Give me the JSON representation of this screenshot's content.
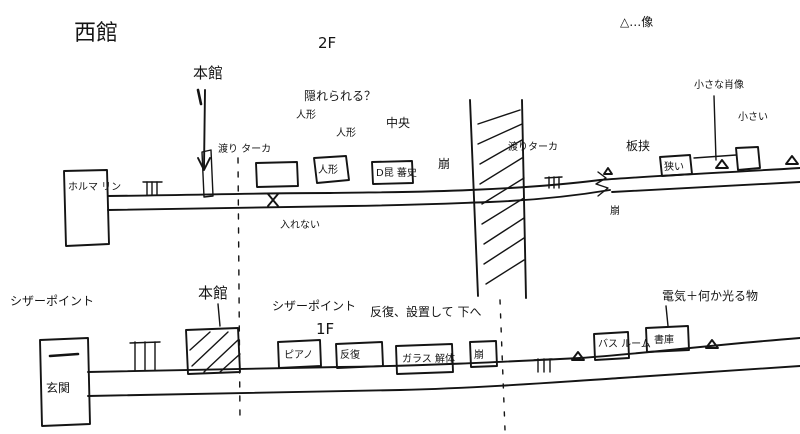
{
  "header": {
    "building": "西館",
    "floor_upper": "2F",
    "legend": "△…像"
  },
  "upper_floor": {
    "annex_label": "本館",
    "hall_sign": "ホルマ リン",
    "corridor_label": "渡り ターカ",
    "entry_note": "入れない",
    "question_label": "隠れられる？",
    "figure_label": "人形",
    "display_label": "人形",
    "specimen_label": "D昆 蕃史",
    "center_label": "中央",
    "collapse_label": "崩",
    "shutter_label": "渡りターカ",
    "board_label": "板挟",
    "small_statue_label": "小さな肖像",
    "small_note": "小さい",
    "case_label": "狭い",
    "rubble_label": "崩"
  },
  "lower_floor": {
    "scissors_left": "シザーポイント",
    "main_label": "本館",
    "scissors_center": "シザーポイント",
    "floor_lower": "1F",
    "piano_label": "ピアノ",
    "setup_note": "反復、設置して 下へ",
    "instruction_label": "反復",
    "glass_label": "ガラス 解体",
    "collapse_label": "崩",
    "trail_note": "電気＋何か光る物",
    "bath_label": "バス ルーム",
    "study_label": "書庫",
    "entrance_label": "玄関"
  }
}
